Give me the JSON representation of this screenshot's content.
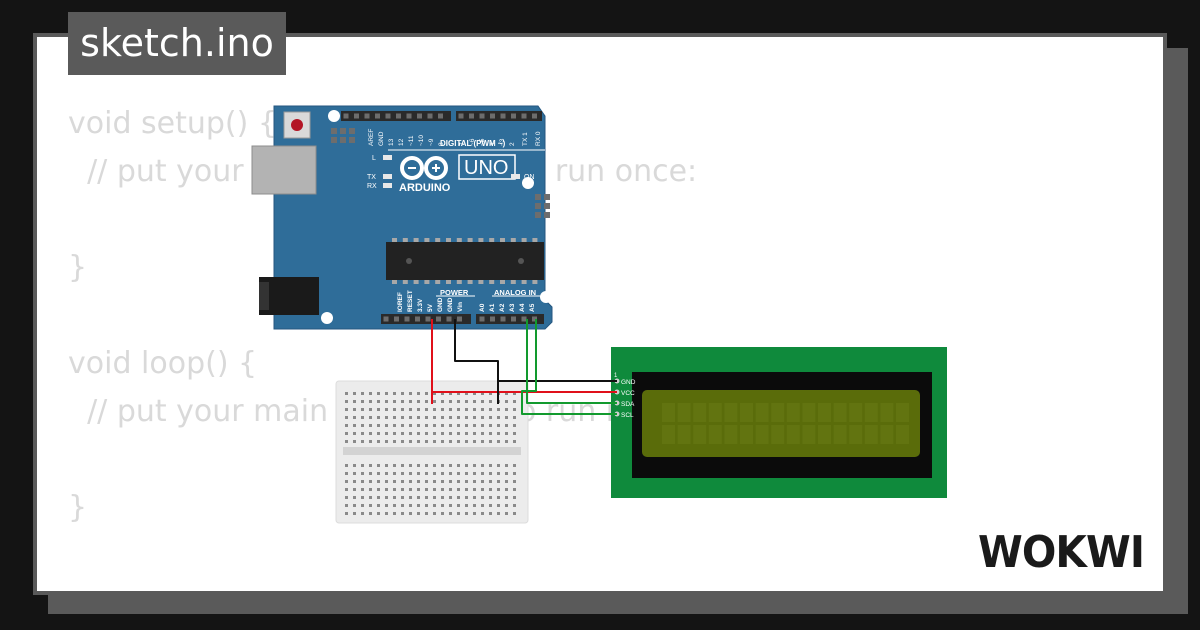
{
  "file": {
    "name": "sketch.ino"
  },
  "code": {
    "lines": [
      "void setup() {",
      "  // put your setup code here, to run once:",
      "",
      "}",
      "",
      "void loop() {",
      "  // put your main code here, to run repeatedly:",
      "",
      "}"
    ]
  },
  "board": {
    "brand": "ARDUINO",
    "model": "UNO",
    "digital_label": "DIGITAL (PWM ~)",
    "power_label": "POWER",
    "analog_label": "ANALOG IN",
    "on_label": "ON",
    "led_l": "L",
    "led_tx": "TX",
    "led_rx": "RX",
    "digital_pins": [
      "AREF",
      "GND",
      "13",
      "12",
      "~11",
      "~10",
      "~9",
      "8",
      "7",
      "~6",
      "~5",
      "4",
      "~3",
      "2",
      "TX 1",
      "RX 0"
    ],
    "power_pins": [
      "IOREF",
      "RESET",
      "3.3V",
      "5V",
      "GND",
      "GND",
      "Vin"
    ],
    "analog_pins": [
      "A0",
      "A1",
      "A2",
      "A3",
      "A4",
      "A5"
    ]
  },
  "lcd": {
    "pin_one": "1",
    "pins": [
      "GND",
      "VCC",
      "SDA",
      "SCL"
    ]
  },
  "logo": {
    "text": "WOKWI"
  },
  "colors": {
    "page_bg": "#141414",
    "card_bg": "#ffffff",
    "tab_bg": "#5a5a5a",
    "code_text": "#d9d9d9",
    "board_blue": "#2f6d99",
    "lcd_green": "#0f8a3c",
    "lcd_screen": "#5a6c0a",
    "wire_red": "#e0101a",
    "wire_black": "#111111",
    "wire_green": "#129a2e"
  }
}
